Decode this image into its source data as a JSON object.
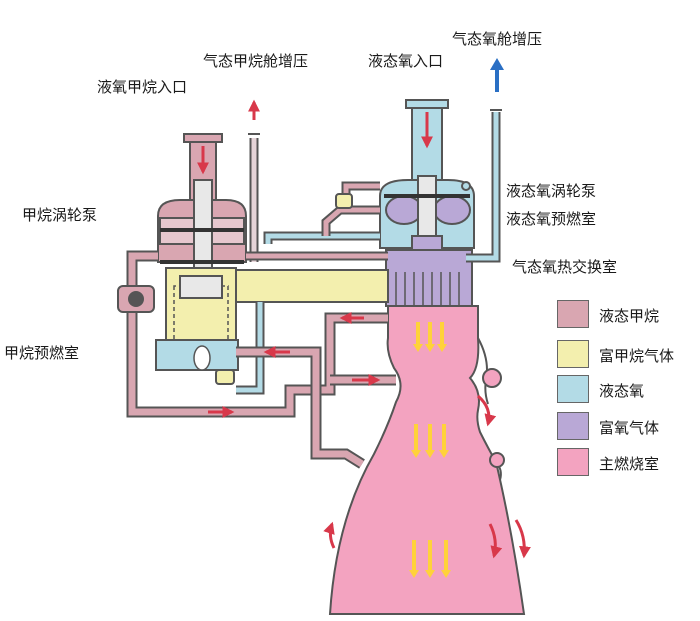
{
  "labels": {
    "gas_methane_pressurization": "气态甲烷舱增压",
    "gas_lox_pressurization": "气态氧舱增压",
    "liquid_methane_inlet": "液氧甲烷入口",
    "liquid_oxygen_inlet": "液态氧入口",
    "methane_turbopump": "甲烷涡轮泵",
    "lox_turbopump": "液态氧涡轮泵",
    "lox_preburner": "液态氧预燃室",
    "gas_oxygen_heat_exchanger": "气态氧热交换室",
    "methane_preburner": "甲烷预燃室"
  },
  "legend": [
    {
      "label": "液态甲烷",
      "color": "#d9a6b1"
    },
    {
      "label": "富甲烷气体",
      "color": "#f3efae"
    },
    {
      "label": "液态氧",
      "color": "#b3dbe6"
    },
    {
      "label": "富氧气体",
      "color": "#b9a8d6"
    },
    {
      "label": "主燃烧室",
      "color": "#f3a3c0"
    }
  ],
  "colors": {
    "liquid_methane": "#d9a6b1",
    "methane_rich_gas": "#f3efae",
    "liquid_oxygen": "#b3dbe6",
    "oxygen_rich_gas": "#b9a8d6",
    "main_chamber": "#f3a3c0",
    "flow_arrow_red": "#d8384a",
    "flow_arrow_blue": "#2a6fc4",
    "exhaust_arrow_yellow": "#ffd23a"
  }
}
